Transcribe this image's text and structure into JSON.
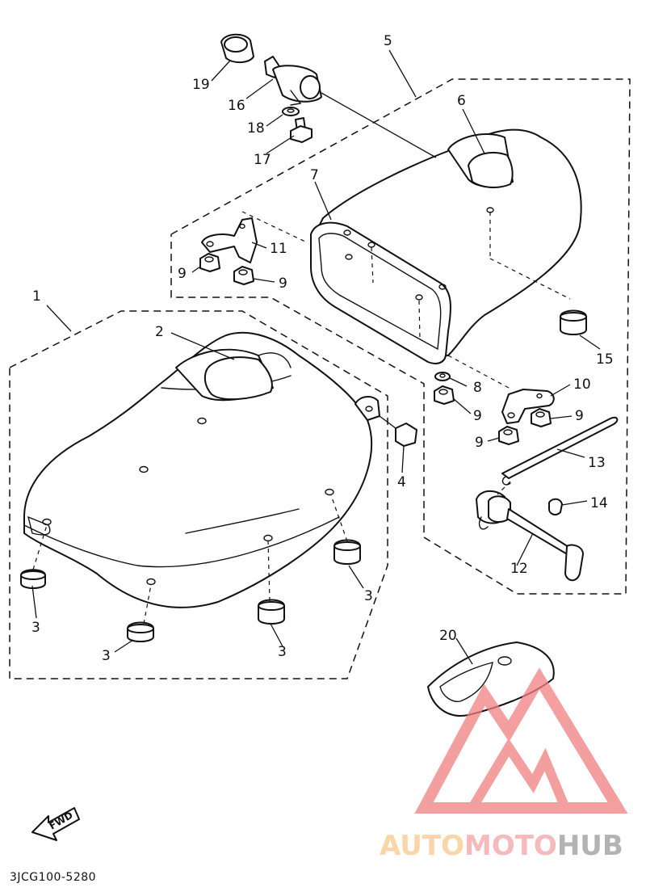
{
  "diagram": {
    "callouts": [
      "1",
      "2",
      "3",
      "3",
      "3",
      "3",
      "3",
      "4",
      "5",
      "6",
      "7",
      "8",
      "9",
      "9",
      "9",
      "9",
      "9",
      "9",
      "10",
      "11",
      "12",
      "13",
      "14",
      "15",
      "16",
      "17",
      "18",
      "19",
      "20"
    ],
    "direction_label": "FWD",
    "drawing_code": "3JCG100-5280"
  },
  "watermark": {
    "part1": "AUTO",
    "part2": "MOTO",
    "part3": "HUB",
    "colors": {
      "auto": "#f7c78a",
      "moto": "#f3a3a3",
      "hub": "#9a9a9a",
      "logo": "#f08080"
    }
  }
}
